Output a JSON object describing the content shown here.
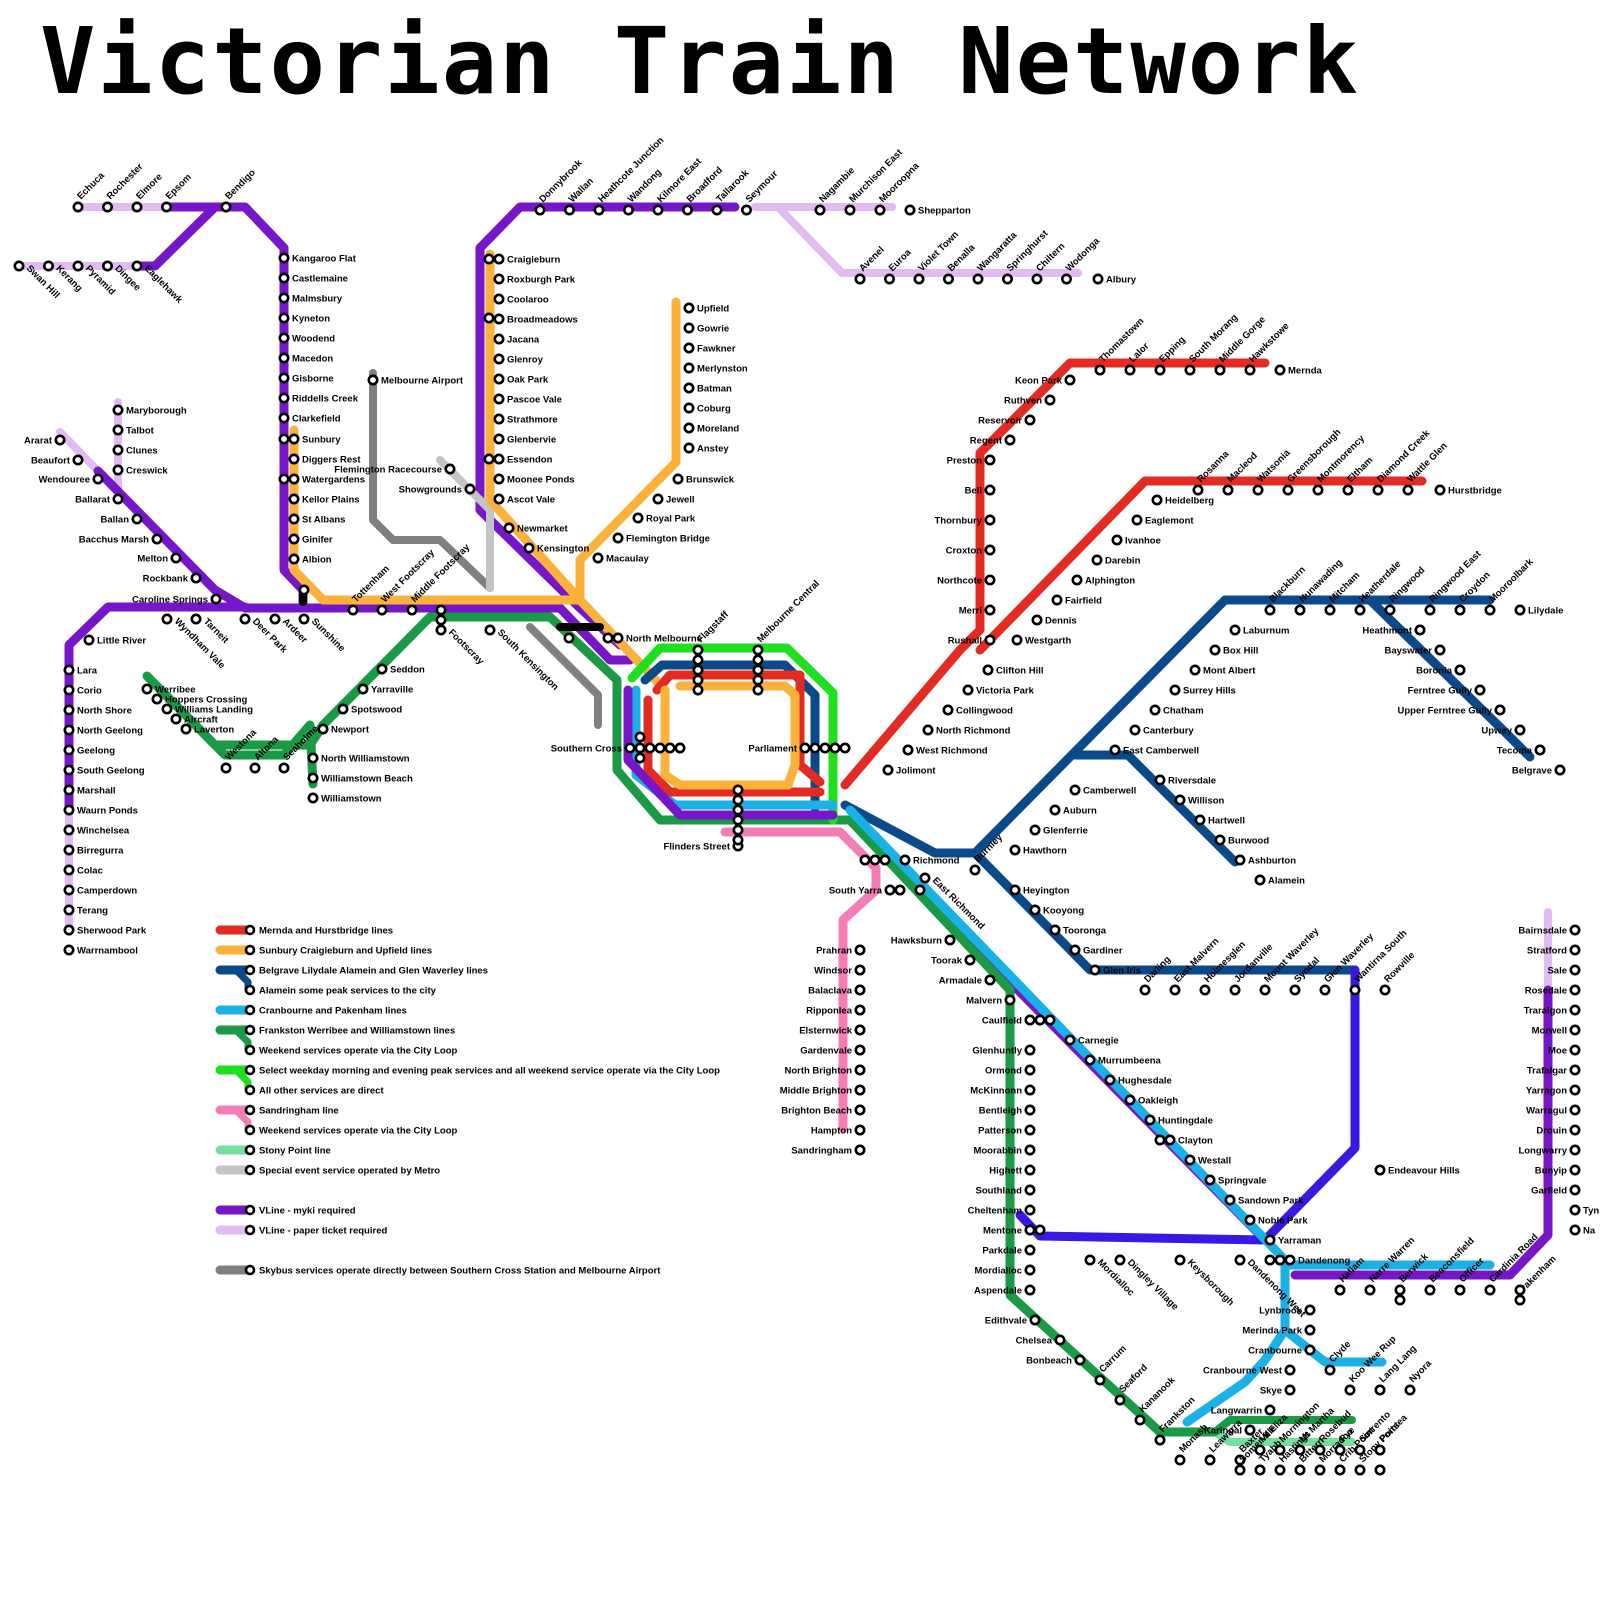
{
  "title": "Victorian Train Network",
  "colors": {
    "mernda": "#e32b22",
    "sunbury": "#fbb13a",
    "belgrave": "#0b4a8a",
    "cranbourne": "#1ab2e6",
    "frankston": "#1a9a44",
    "loop": "#1ee01e",
    "sandringham": "#f57db6",
    "stony": "#75e09e",
    "metro_special": "#c4c4c4",
    "vline": "#7716c8",
    "vline_paper": "#e2baf4",
    "skybus": "#808080",
    "rowville": "#3b18e0"
  },
  "legend": [
    {
      "key": "mernda",
      "label": "Mernda and Hurstbridge lines"
    },
    {
      "key": "sunbury",
      "label": "Sunbury Craigieburn and Upfield lines"
    },
    {
      "key": "belgrave",
      "label": "Belgrave Lilydale Alamein and Glen Waverley lines"
    },
    {
      "key": "belgrave",
      "label": "Alamein some peak services to the city",
      "sub": true
    },
    {
      "key": "cranbourne",
      "label": "Cranbourne and Pakenham lines"
    },
    {
      "key": "frankston",
      "label": "Frankston Werribee and Williamstown lines"
    },
    {
      "key": "frankston",
      "label": "Weekend services operate via the City Loop",
      "sub": true
    },
    {
      "key": "loop",
      "label": "Select weekday morning and evening peak services and all weekend service operate via the City Loop"
    },
    {
      "key": "loop",
      "label": "All other services are direct",
      "sub": true
    },
    {
      "key": "sandringham",
      "label": "Sandringham line"
    },
    {
      "key": "sandringham",
      "label": "Weekend services operate via the City Loop",
      "sub": true
    },
    {
      "key": "stony",
      "label": "Stony Point line"
    },
    {
      "key": "metro_special",
      "label": "Special event service operated by Metro"
    },
    {
      "key": "vline",
      "label": "VLine - myki required"
    },
    {
      "key": "vline_paper",
      "label": "VLine - paper ticket required"
    },
    {
      "key": "skybus",
      "label": "Skybus services operate directly between Southern Cross Station and Melbourne Airport"
    }
  ],
  "stations": [
    "Echuca",
    "Rochester",
    "Elmore",
    "Epsom",
    "Bendigo",
    "Swan Hill",
    "Kerang",
    "Pyramid",
    "Dingee",
    "Eaglehawk",
    "Kangaroo Flat",
    "Castlemaine",
    "Malmsbury",
    "Kyneton",
    "Woodend",
    "Macedon",
    "Gisborne",
    "Riddells Creek",
    "Clarkefield",
    "Sunbury",
    "Diggers Rest",
    "Watergardens",
    "Keilor Plains",
    "St Albans",
    "Ginifer",
    "Albion",
    "Maryborough",
    "Talbot",
    "Clunes",
    "Creswick",
    "Ararat",
    "Beaufort",
    "Wendouree",
    "Ballarat",
    "Ballan",
    "Bacchus Marsh",
    "Melton",
    "Rockbank",
    "Caroline Springs",
    "Wyndham Vale",
    "Tarneit",
    "Deer Park",
    "Ardeer",
    "Sunshine",
    "Tottenham",
    "West Footscray",
    "Middle Footscray",
    "Footscray",
    "South Kensington",
    "Little River",
    "Lara",
    "Corio",
    "North Shore",
    "North Geelong",
    "Geelong",
    "South Geelong",
    "Marshall",
    "Waurn Ponds",
    "Winchelsea",
    "Birregurra",
    "Colac",
    "Camperdown",
    "Terang",
    "Sherwood Park",
    "Warrnambool",
    "Werribee",
    "Hoppers Crossing",
    "Williams Landing",
    "Aircraft",
    "Laverton",
    "Westona",
    "Altona",
    "Seaholme",
    "Newport",
    "Spotswood",
    "Yarraville",
    "Seddon",
    "North Williamstown",
    "Williamstown Beach",
    "Williamstown",
    "Melbourne Airport",
    "Flemington Racecourse",
    "Showgrounds",
    "Donnybrook",
    "Wallan",
    "Heathcote Junction",
    "Wandong",
    "Kilmore East",
    "Broadford",
    "Tallarook",
    "Seymour",
    "Nagambie",
    "Murchison East",
    "Mooroopna",
    "Shepparton",
    "Avenel",
    "Euroa",
    "Violet Town",
    "Benalla",
    "Wangaratta",
    "Springhurst",
    "Chiltern",
    "Wodonga",
    "Albury",
    "Craigieburn",
    "Roxburgh Park",
    "Coolaroo",
    "Broadmeadows",
    "Jacana",
    "Glenroy",
    "Oak Park",
    "Pascoe Vale",
    "Strathmore",
    "Glenbervie",
    "Essendon",
    "Moonee Ponds",
    "Ascot Vale",
    "Newmarket",
    "Kensington",
    "North Melbourne",
    "Upfield",
    "Gowrie",
    "Fawkner",
    "Merlynston",
    "Batman",
    "Coburg",
    "Moreland",
    "Anstey",
    "Brunswick",
    "Jewell",
    "Royal Park",
    "Flemington Bridge",
    "Macaulay",
    "Flagstaff",
    "Melbourne Central",
    "Parliament",
    "Southern Cross",
    "Flinders Street",
    "Mernda",
    "Hawkstowe",
    "Middle Gorge",
    "South Morang",
    "Epping",
    "Lalor",
    "Thomastown",
    "Keon Park",
    "Ruthven",
    "Reservoir",
    "Regent",
    "Preston",
    "Bell",
    "Thornbury",
    "Croxton",
    "Northcote",
    "Merri",
    "Rushall",
    "Hurstbridge",
    "Wattle Glen",
    "Diamond Creek",
    "Eltham",
    "Montmorency",
    "Greensborough",
    "Watsonia",
    "Macleod",
    "Rosanna",
    "Heidelberg",
    "Eaglemont",
    "Ivanhoe",
    "Darebin",
    "Alphington",
    "Fairfield",
    "Dennis",
    "Westgarth",
    "Clifton Hill",
    "Victoria Park",
    "Collingwood",
    "North Richmond",
    "West Richmond",
    "Jolimont",
    "Lilydale",
    "Mooroolbark",
    "Croydon",
    "Ringwood East",
    "Ringwood",
    "Heatherdale",
    "Mitcham",
    "Nunawading",
    "Blackburn",
    "Laburnum",
    "Box Hill",
    "Mont Albert",
    "Surrey Hills",
    "Chatham",
    "Canterbury",
    "East Camberwell",
    "Camberwell",
    "Auburn",
    "Glenferrie",
    "Hawthorn",
    "Burnley",
    "East Richmond",
    "Richmond",
    "Belgrave",
    "Tecoma",
    "Upwey",
    "Upper Ferntree Gully",
    "Ferntree Gully",
    "Boronia",
    "Bayswater",
    "Heathmont",
    "Riversdale",
    "Willison",
    "Hartwell",
    "Burwood",
    "Ashburton",
    "Alamein",
    "Glen Waverley",
    "Syndal",
    "Mount Waverley",
    "Jordanville",
    "Holmesglen",
    "East Malvern",
    "Darling",
    "Glen Iris",
    "Gardiner",
    "Tooronga",
    "Kooyong",
    "Heyington",
    "Rowville",
    "Wantirna South",
    "Endeavour Hills",
    "South Yarra",
    "Prahran",
    "Windsor",
    "Balaclava",
    "Ripponlea",
    "Elsternwick",
    "Gardenvale",
    "North Brighton",
    "Middle Brighton",
    "Brighton Beach",
    "Hampton",
    "Sandringham",
    "Hawksburn",
    "Toorak",
    "Armadale",
    "Malvern",
    "Caulfield",
    "Carnegie",
    "Murrumbeena",
    "Hughesdale",
    "Oakleigh",
    "Huntingdale",
    "Clayton",
    "Westall",
    "Springvale",
    "Sandown Park",
    "Noble Park",
    "Yarraman",
    "Dandenong",
    "Glenhuntly",
    "Ormond",
    "McKinnonn",
    "Bentleigh",
    "Patterson",
    "Moorabbin",
    "Highett",
    "Southland",
    "Cheltenham",
    "Mentone",
    "Parkdale",
    "Mordialloc",
    "Aspendale",
    "Edithvale",
    "Chelsea",
    "Bonbeach",
    "Carrum",
    "Seaford",
    "Kananook",
    "Frankston",
    "Mordialloc",
    "Moorabbin",
    "Dingley Village",
    "Keysborough",
    "Noble Park",
    "Dandenong West",
    "Hallam",
    "Narre Warren",
    "Berwick",
    "Beaconsfield",
    "Officer",
    "Cardinia Road",
    "Pakenham",
    "Lynbrook",
    "Merinda Park",
    "Cranbourne",
    "Clyde",
    "Koo Wee Rup",
    "Lang Lang",
    "Nyora",
    "Cranbourne West",
    "Skye",
    "Langwarrin",
    "Karingal",
    "Monash",
    "Leawarra",
    "Baxter",
    "Somerville",
    "Tyabb",
    "Hastings",
    "Bittern",
    "Morradoo",
    "Crib Point",
    "Stony Point",
    "Mt Eliza",
    "Mornington",
    "Mt Martha",
    "Rosebud",
    "Rye",
    "Sorrento",
    "Portsea",
    "Bairnsdale",
    "Stratford",
    "Sale",
    "Rosedale",
    "Traralgon",
    "Morwell",
    "Moe",
    "Trafalgar",
    "Yarragon",
    "Warragul",
    "Drouin",
    "Longwarry",
    "Bunyip",
    "Garfield",
    "Tyn",
    "Na"
  ]
}
